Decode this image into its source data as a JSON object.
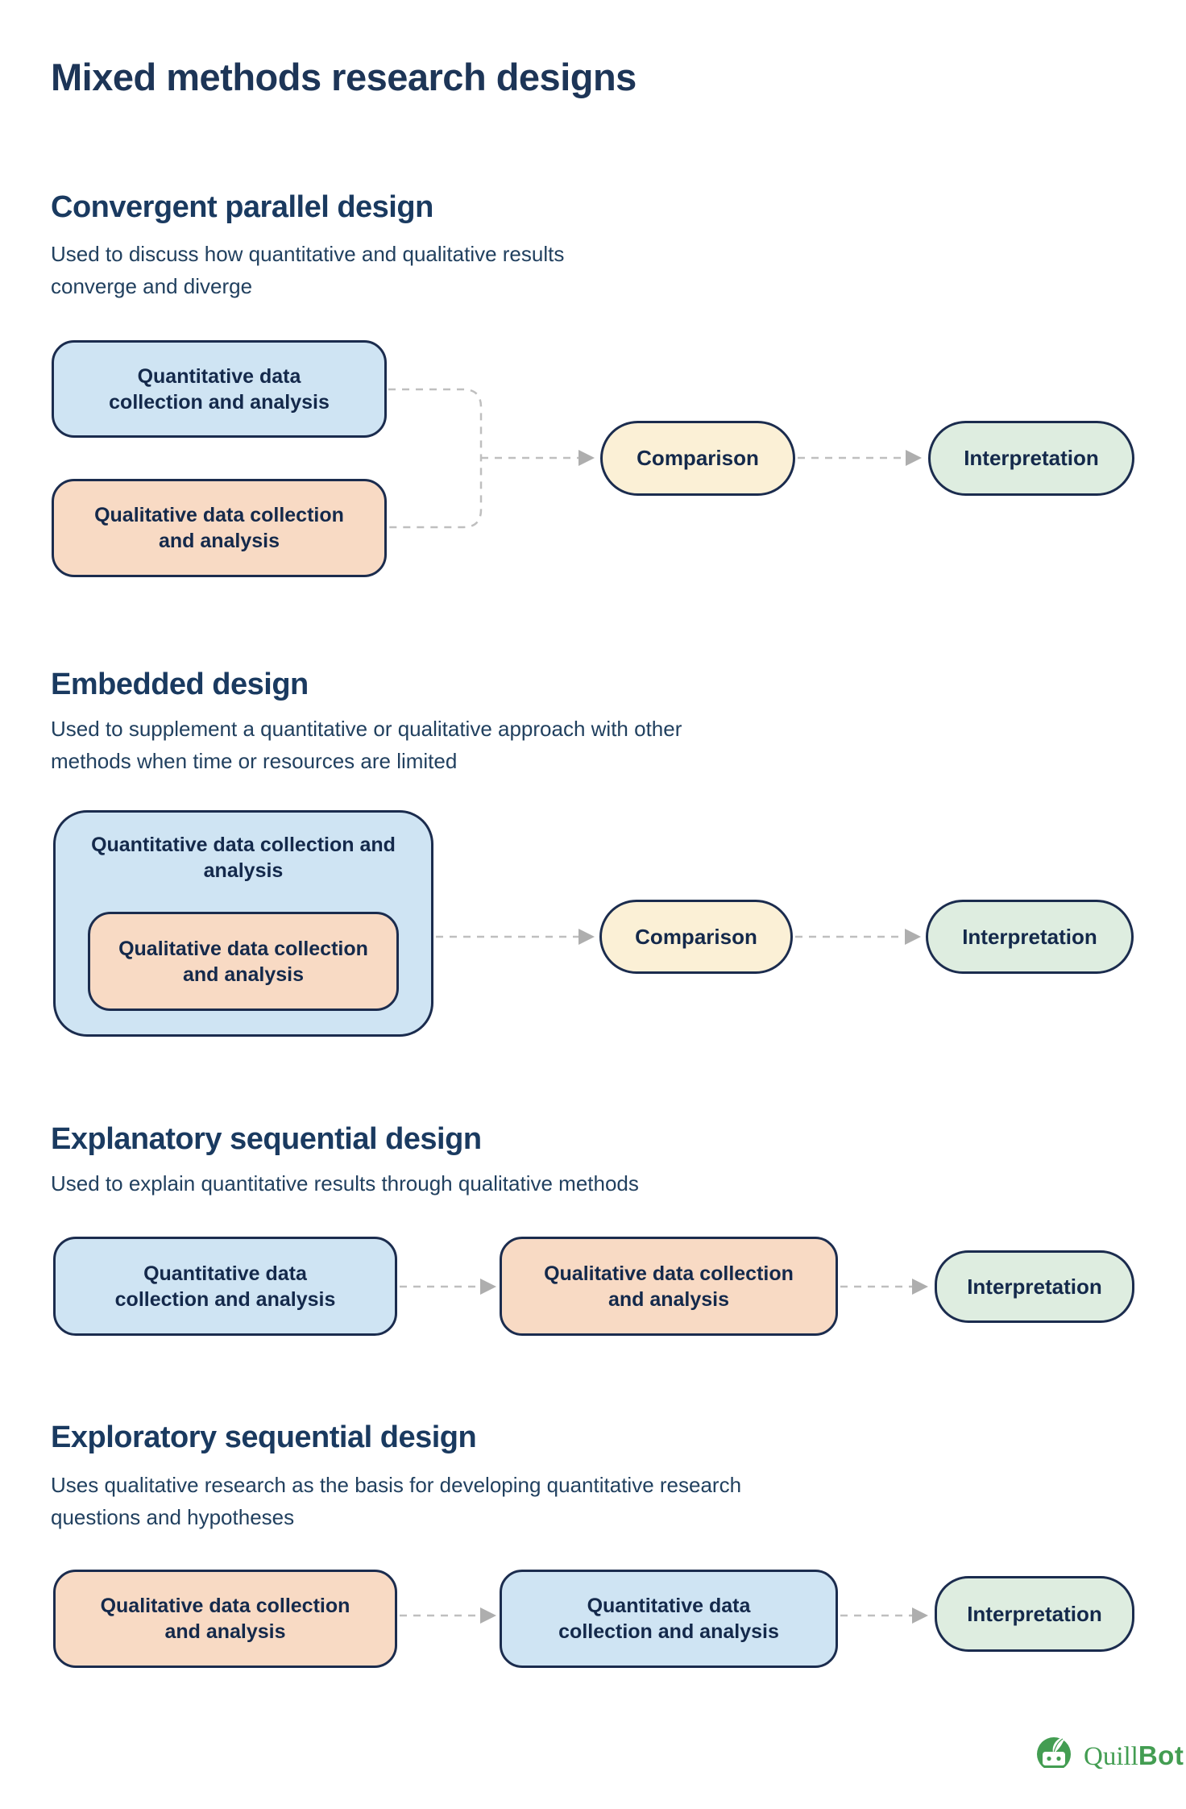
{
  "title": "Mixed methods research designs",
  "colors": {
    "title_color": "#1d3557",
    "heading_color": "#1a3a60",
    "body_color": "#21405f",
    "node_text": "#14294b",
    "node_border": "#1b2c4e",
    "quant_fill": "#cfe4f3",
    "qual_fill": "#f8dac4",
    "comparison_fill": "#fbf0d6",
    "interpretation_fill": "#deede0",
    "connector_color": "#bfbfbf",
    "arrowhead_color": "#aeaeae",
    "brand_green": "#439d52"
  },
  "sections": [
    {
      "heading": "Convergent parallel design",
      "description_lines": [
        "Used to discuss how quantitative and qualitative results",
        "converge and diverge"
      ],
      "quantitative_box_lines": [
        "Quantitative data",
        "collection and analysis"
      ],
      "qualitative_box_lines": [
        "Qualitative data collection",
        "and analysis"
      ],
      "comparison_label": "Comparison",
      "interpretation_label": "Interpretation"
    },
    {
      "heading": "Embedded design",
      "description_lines": [
        "Used to supplement a quantitative or qualitative approach with other",
        "methods when time or resources are limited"
      ],
      "quantitative_box_lines": [
        "Quantitative data",
        "collection and analysis"
      ],
      "qualitative_box_lines": [
        "Qualitative data collection",
        "and analysis"
      ],
      "comparison_label": "Comparison",
      "interpretation_label": "Interpretation"
    },
    {
      "heading": "Explanatory sequential design",
      "description_lines": [
        "Used to explain quantitative results through qualitative methods"
      ],
      "quantitative_box_lines": [
        "Quantitative data",
        "collection and analysis"
      ],
      "qualitative_box_lines": [
        "Qualitative data collection",
        "and analysis"
      ],
      "interpretation_label": "Interpretation"
    },
    {
      "heading": "Exploratory sequential design",
      "description_lines": [
        "Uses qualitative research as the basis for developing quantitative research",
        "questions and hypotheses"
      ],
      "qualitative_box_lines": [
        "Qualitative data collection",
        "and analysis"
      ],
      "quantitative_box_lines": [
        "Quantitative data",
        "collection and analysis"
      ],
      "interpretation_label": "Interpretation"
    }
  ],
  "footer": {
    "brand_quill": "Quill",
    "brand_bot": "Bot"
  }
}
